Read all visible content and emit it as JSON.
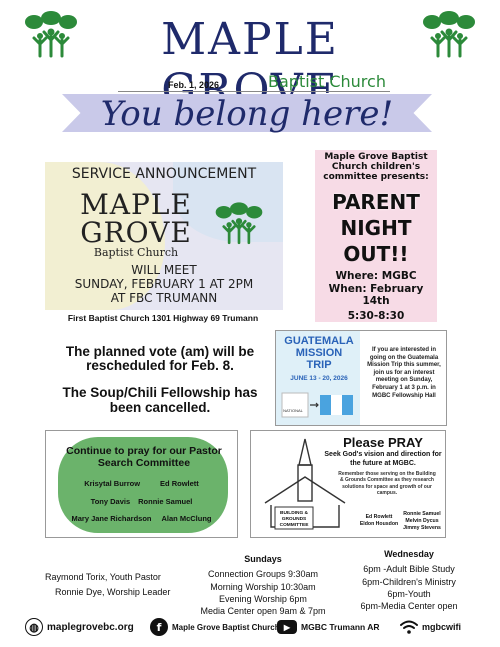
{
  "header": {
    "title": "MAPLE GROVE",
    "date": "Feb. 1, 2026",
    "subtitle": "Baptist Church",
    "tagline": "You belong here!"
  },
  "service_card": {
    "heading": "SERVICE ANNOUNCEMENT",
    "logo_line1": "MAPLE",
    "logo_line2": "GROVE",
    "logo_line3": "Baptist Church",
    "line1": "WILL MEET",
    "line2": "SUNDAY, FEBRUARY 1  AT 2PM",
    "line3": "AT FBC TRUMANN",
    "caption": "First Baptist Church 1301 Highway 69 Trumann"
  },
  "parent_night": {
    "intro": "Maple Grove Baptist Church children's committee presents:",
    "title1": "PARENT",
    "title2": "NIGHT",
    "title3": "OUT!!",
    "where": "Where: MGBC",
    "when": "When: February 14th",
    "time": "5:30-8:30"
  },
  "notices": {
    "vote": "The planned vote (am) will be rescheduled for Feb. 8.",
    "soup": "The Soup/Chili Fellowship has been cancelled."
  },
  "mission": {
    "title1": "GUATEMALA",
    "title2": "MISSION",
    "title3": "TRIP",
    "dates": "JUNE 13 - 20, 2026",
    "body": "If you are interested in going on the Guatemala Mission Trip this summer, join us for an interest meeting on Sunday, February 1 at 3 p.m. in MGBC Fellowship Hall",
    "logo_text": "NATIONAL"
  },
  "pastor_search": {
    "heading": "Continue to pray for our Pastor Search Committee",
    "row1": [
      "Krisytal Burrow",
      "Ed Rowlett"
    ],
    "row2": [
      "Tony Davis",
      "Ronnie Samuel"
    ],
    "row3": [
      "Mary Jane Richardson",
      "Alan McClung"
    ]
  },
  "pray": {
    "heading": "Please PRAY",
    "sub": "Seek God's vision and direction for the future at MGBC.",
    "body": "Remember those serving on the Building & Grounds Committee as they research solutions for space and growth of our campus.",
    "sign": "BUILDING & GROUNDS COMMITTEE",
    "names_left": [
      "Ed Rowlett",
      "Eldon Housdon"
    ],
    "names_right": [
      "Ronnie Samuel",
      "Melvin Dycus",
      "Jimmy Stevens"
    ]
  },
  "staff": [
    "Raymond Torix, Youth Pastor",
    "Ronnie Dye, Worship Leader"
  ],
  "sundays": {
    "heading": "Sundays",
    "items": [
      "Connection Groups 9:30am",
      "Morning Worship 10:30am",
      "Evening Worship 6pm",
      "Media Center open 9am & 7pm"
    ]
  },
  "wednesday": {
    "heading": "Wednesday",
    "items": [
      "6pm -Adult Bible Study",
      "6pm-Children's Ministry",
      "6pm-Youth",
      "6pm-Media Center open"
    ]
  },
  "footer": {
    "website": "maplegrovebc.org",
    "facebook": "Maple Grove Baptist Church",
    "youtube": "MGBC Trumann AR",
    "wifi": "mgbcwifi"
  },
  "colors": {
    "navy": "#1f2a6b",
    "green": "#2c8a3a",
    "pink": "#f04a8c",
    "mission_blue": "#2a63b8"
  }
}
